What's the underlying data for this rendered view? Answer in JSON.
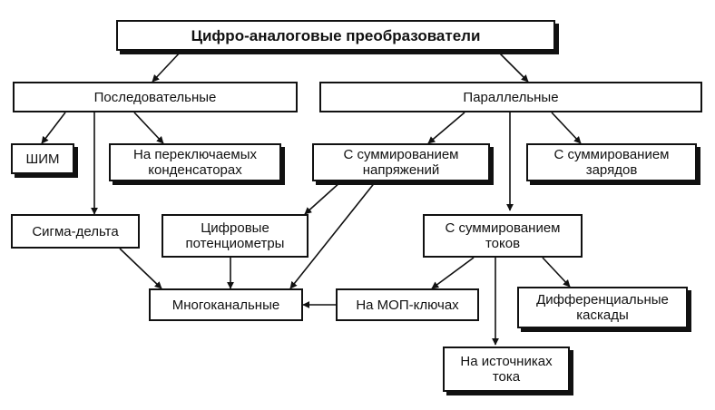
{
  "nodes": {
    "root": {
      "lines": [
        "Цифро-аналоговые преобразователи"
      ]
    },
    "serial": {
      "lines": [
        "Последовательные"
      ]
    },
    "parallel": {
      "lines": [
        "Параллельные"
      ]
    },
    "pwm": {
      "lines": [
        "ШИМ"
      ]
    },
    "switched_caps": {
      "lines": [
        "На переключаемых",
        "конденсаторах"
      ]
    },
    "sigma_delta": {
      "lines": [
        "Сигма-дельта"
      ]
    },
    "voltage_sum": {
      "lines": [
        "С суммированием",
        "напряжений"
      ]
    },
    "charge_sum": {
      "lines": [
        "С суммированием",
        "зарядов"
      ]
    },
    "digital_pots": {
      "lines": [
        "Цифровые",
        "потенциометры"
      ]
    },
    "current_sum": {
      "lines": [
        "С суммированием",
        "токов"
      ]
    },
    "multichannel": {
      "lines": [
        "Многоканальные"
      ]
    },
    "mos_switches": {
      "lines": [
        "На МОП-ключах"
      ]
    },
    "differential": {
      "lines": [
        "Дифференциальные",
        "каскады"
      ]
    },
    "current_sources": {
      "lines": [
        "На источниках",
        "тока"
      ]
    }
  }
}
